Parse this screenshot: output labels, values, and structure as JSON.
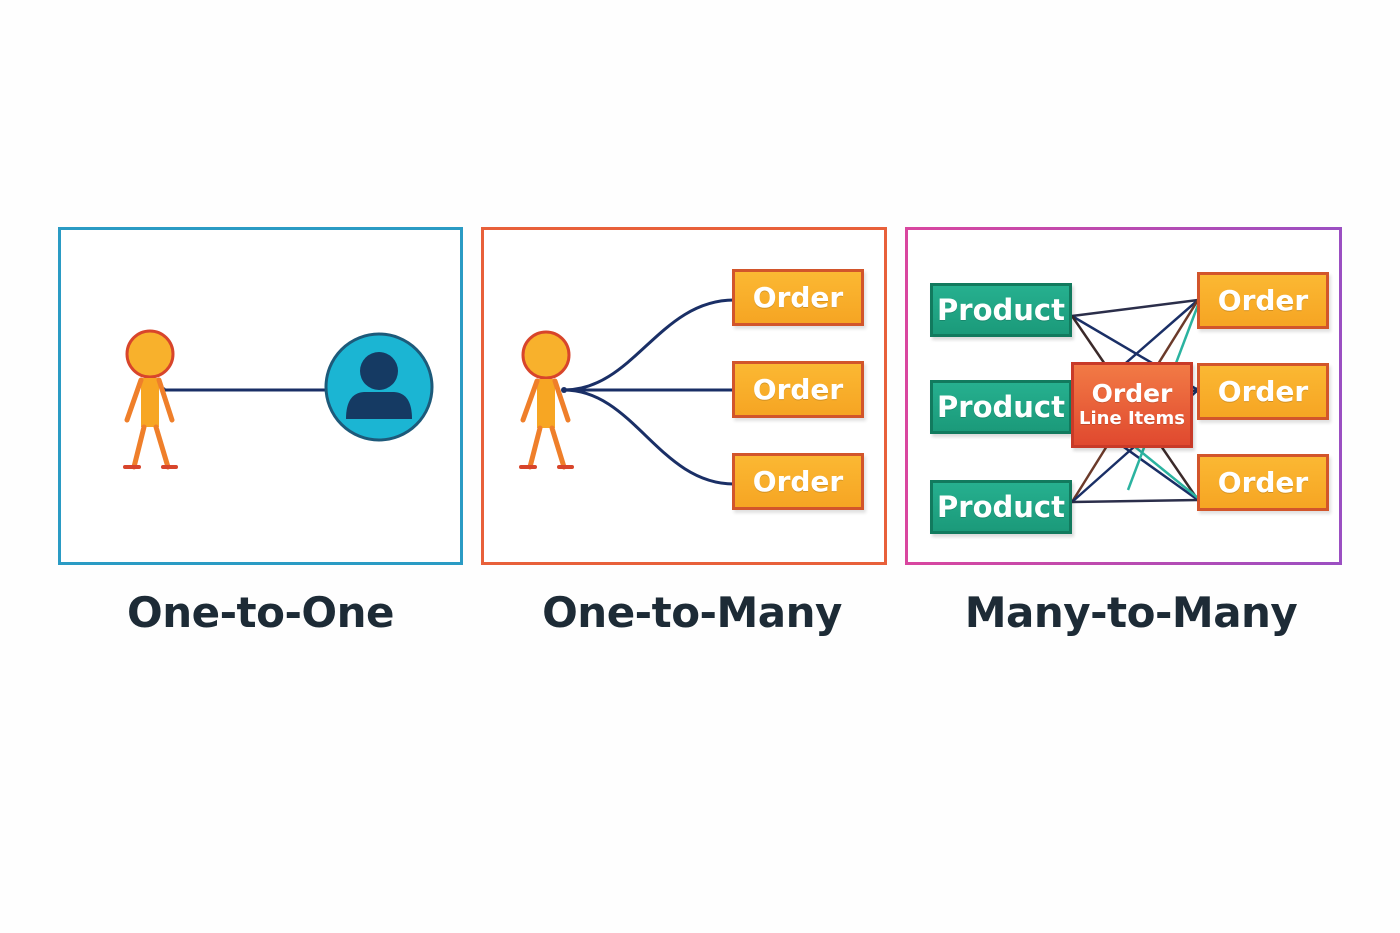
{
  "panels": [
    {
      "caption": "One-to-One",
      "border_color": "#2a9bc4",
      "icons": [
        "person-icon",
        "user-avatar-icon"
      ]
    },
    {
      "caption": "One-to-Many",
      "border_color": "#e8603a",
      "icons": [
        "person-icon"
      ],
      "orders": [
        "Order",
        "Order",
        "Order"
      ]
    },
    {
      "caption": "Many-to-Many",
      "border_color": "#d9469f",
      "products": [
        "Product",
        "Product",
        "Product"
      ],
      "junction": {
        "line1": "Order",
        "line2": "Line Items"
      },
      "orders": [
        "Order",
        "Order",
        "Order"
      ]
    }
  ],
  "colors": {
    "order_fill": "#f8ad2a",
    "order_border": "#d2552b",
    "product_fill": "#1fa585",
    "junction_fill": "#e8603a",
    "person": "#f6a523",
    "avatar_circle": "#1bb5d3",
    "connector": "#1a2f66"
  }
}
